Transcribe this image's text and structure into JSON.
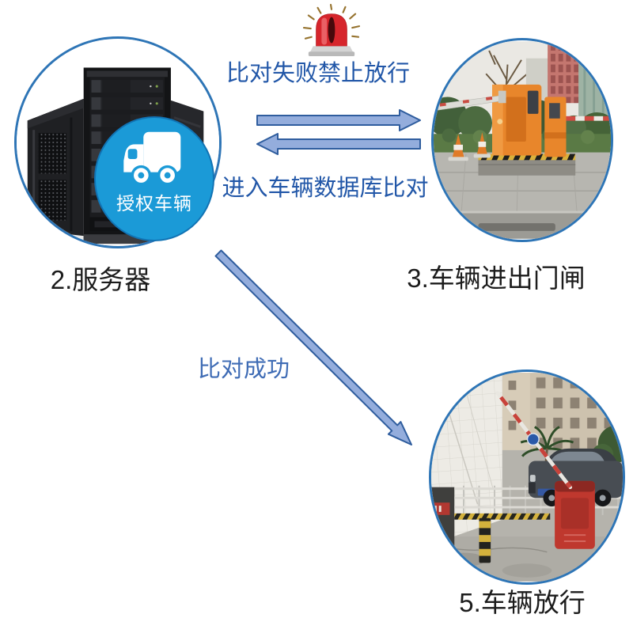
{
  "flow": {
    "fail_label": "比对失败禁止放行",
    "compare_label": "进入车辆数据库比对",
    "success_label": "比对成功"
  },
  "nodes": {
    "server": {
      "label": "2.服务器",
      "badge_label": "授权车辆",
      "photo": "server-racks"
    },
    "gate": {
      "label": "3.车辆进出门闸",
      "photo": "orange-barrier-gate"
    },
    "release": {
      "label": "5.车辆放行",
      "photo": "raised-barrier-car-passing"
    }
  },
  "icons": {
    "alarm": "alarm-siren-icon",
    "truck": "truck-icon",
    "arrow_right": "arrow-right-icon",
    "arrow_left": "arrow-left-icon",
    "arrow_diagonal": "arrow-diagonal-icon"
  },
  "colors": {
    "label_text": "#1c1c1c",
    "flow_text": "#2257a8",
    "flow_text_light": "#3f6cb5",
    "arrow_fill": "#94addc",
    "arrow_stroke": "#2f5d9e",
    "circle_border": "#2e75b6",
    "badge_fill": "#1b9ad7",
    "badge_border": "#1173b4",
    "alarm_red": "#d6252c"
  }
}
